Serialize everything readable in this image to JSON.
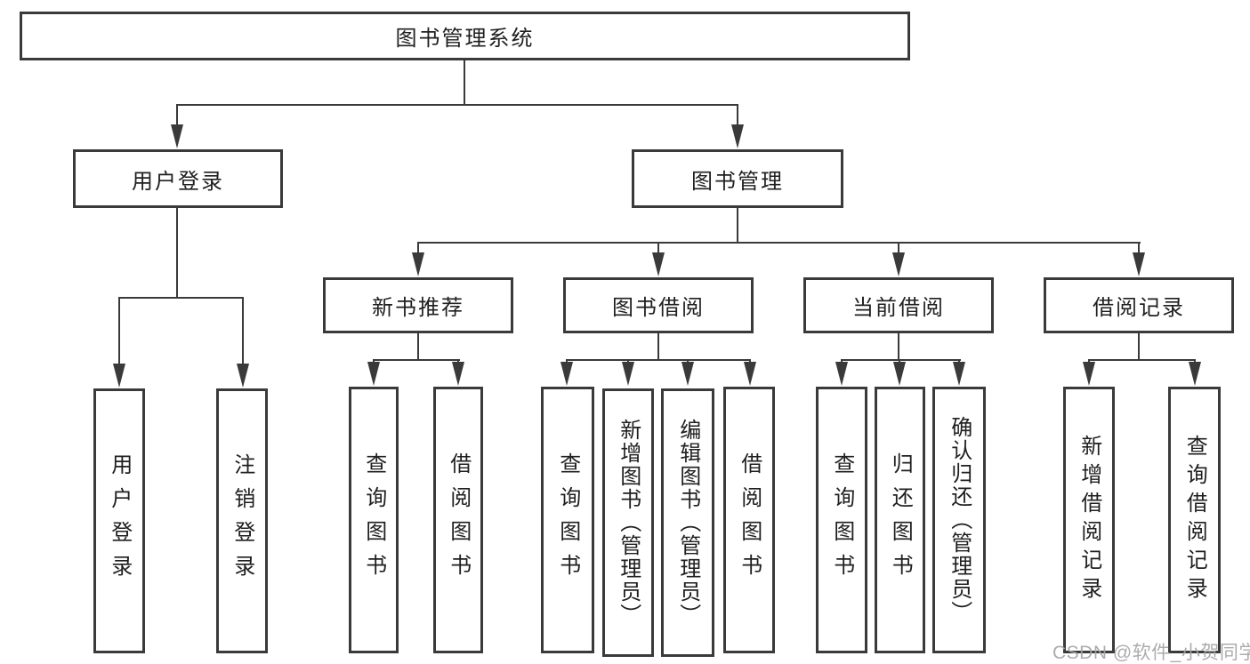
{
  "colors": {
    "line": "#3a3a3a",
    "text": "#1f1f1f",
    "background": "#ffffff",
    "watermark": "#a6a6a6"
  },
  "watermark": {
    "text": "CSDN @软件_小贺同学"
  },
  "tree": {
    "label": "图书管理系统",
    "children": [
      {
        "label": "用户登录",
        "children": [
          {
            "label": "用户登录"
          },
          {
            "label": "注销登录"
          }
        ]
      },
      {
        "label": "图书管理",
        "children": [
          {
            "label": "新书推荐",
            "children": [
              {
                "label": "查询图书"
              },
              {
                "label": "借阅图书"
              }
            ]
          },
          {
            "label": "图书借阅",
            "children": [
              {
                "label": "查询图书"
              },
              {
                "label": "新增图书（管理员）"
              },
              {
                "label": "编辑图书（管理员）"
              },
              {
                "label": "借阅图书"
              }
            ]
          },
          {
            "label": "当前借阅",
            "children": [
              {
                "label": "查询图书"
              },
              {
                "label": "归还图书"
              },
              {
                "label": "确认归还（管理员）"
              }
            ]
          },
          {
            "label": "借阅记录",
            "children": [
              {
                "label": "新增借阅记录"
              },
              {
                "label": "查询借阅记录"
              }
            ]
          }
        ]
      }
    ]
  }
}
